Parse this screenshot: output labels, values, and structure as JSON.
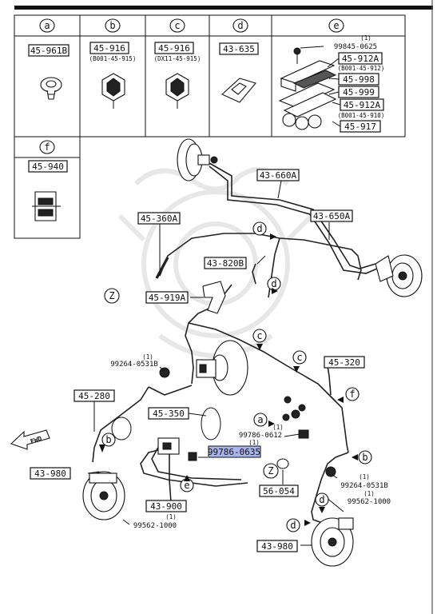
{
  "header_table": {
    "columns": [
      {
        "letter": "a",
        "part": "45-961B"
      },
      {
        "letter": "b",
        "part": "45-916",
        "note": "(B001-45-915)"
      },
      {
        "letter": "c",
        "part": "45-916",
        "note": "(DX11-45-915)"
      },
      {
        "letter": "d",
        "part": "43-635"
      },
      {
        "letter": "e"
      }
    ],
    "e_parts": {
      "screw": "99845-0625",
      "screw_qty": "(1)",
      "p1": "45-912A",
      "p1_note": "(B001-45-912)",
      "p2": "45-998",
      "p3": "45-999",
      "p4": "45-912A",
      "p4_note": "(B001-45-910)",
      "p5": "45-917"
    },
    "f": {
      "letter": "f",
      "part": "45-940"
    }
  },
  "labels": {
    "p_43_660A": "43-660A",
    "p_43_650A": "43-650A",
    "p_45_360A": "45-360A",
    "p_43_820B": "43-820B",
    "p_45_919A": "45-919A",
    "p_45_320": "45-320",
    "p_45_280": "45-280",
    "p_45_350": "45-350",
    "p_99264_0531B_top": "99264-0531B",
    "p_99264_0531B_top_qty": "(1)",
    "p_99786_0612": "99786-0612",
    "p_99786_0612_qty": "(1)",
    "p_99786_0635": "99786-0635",
    "p_99786_0635_qty": "(1)",
    "p_43_980_left": "43-980",
    "p_43_900": "43-900",
    "p_99562_1000_left": "99562-1000",
    "p_99562_1000_left_qty": "(1)",
    "p_56_054": "56-054",
    "p_99264_0531B_right": "99264-0531B",
    "p_99264_0531B_right_qty": "(1)",
    "p_99562_1000_right": "99562-1000",
    "p_99562_1000_right_qty": "(1)",
    "p_43_980_right": "43-980",
    "fwd": "FWD"
  },
  "callouts": {
    "z": "Z",
    "a": "a",
    "b": "b",
    "c": "c",
    "d": "d",
    "e": "e",
    "f": "f"
  },
  "highlight_color": "#a9b6ee"
}
